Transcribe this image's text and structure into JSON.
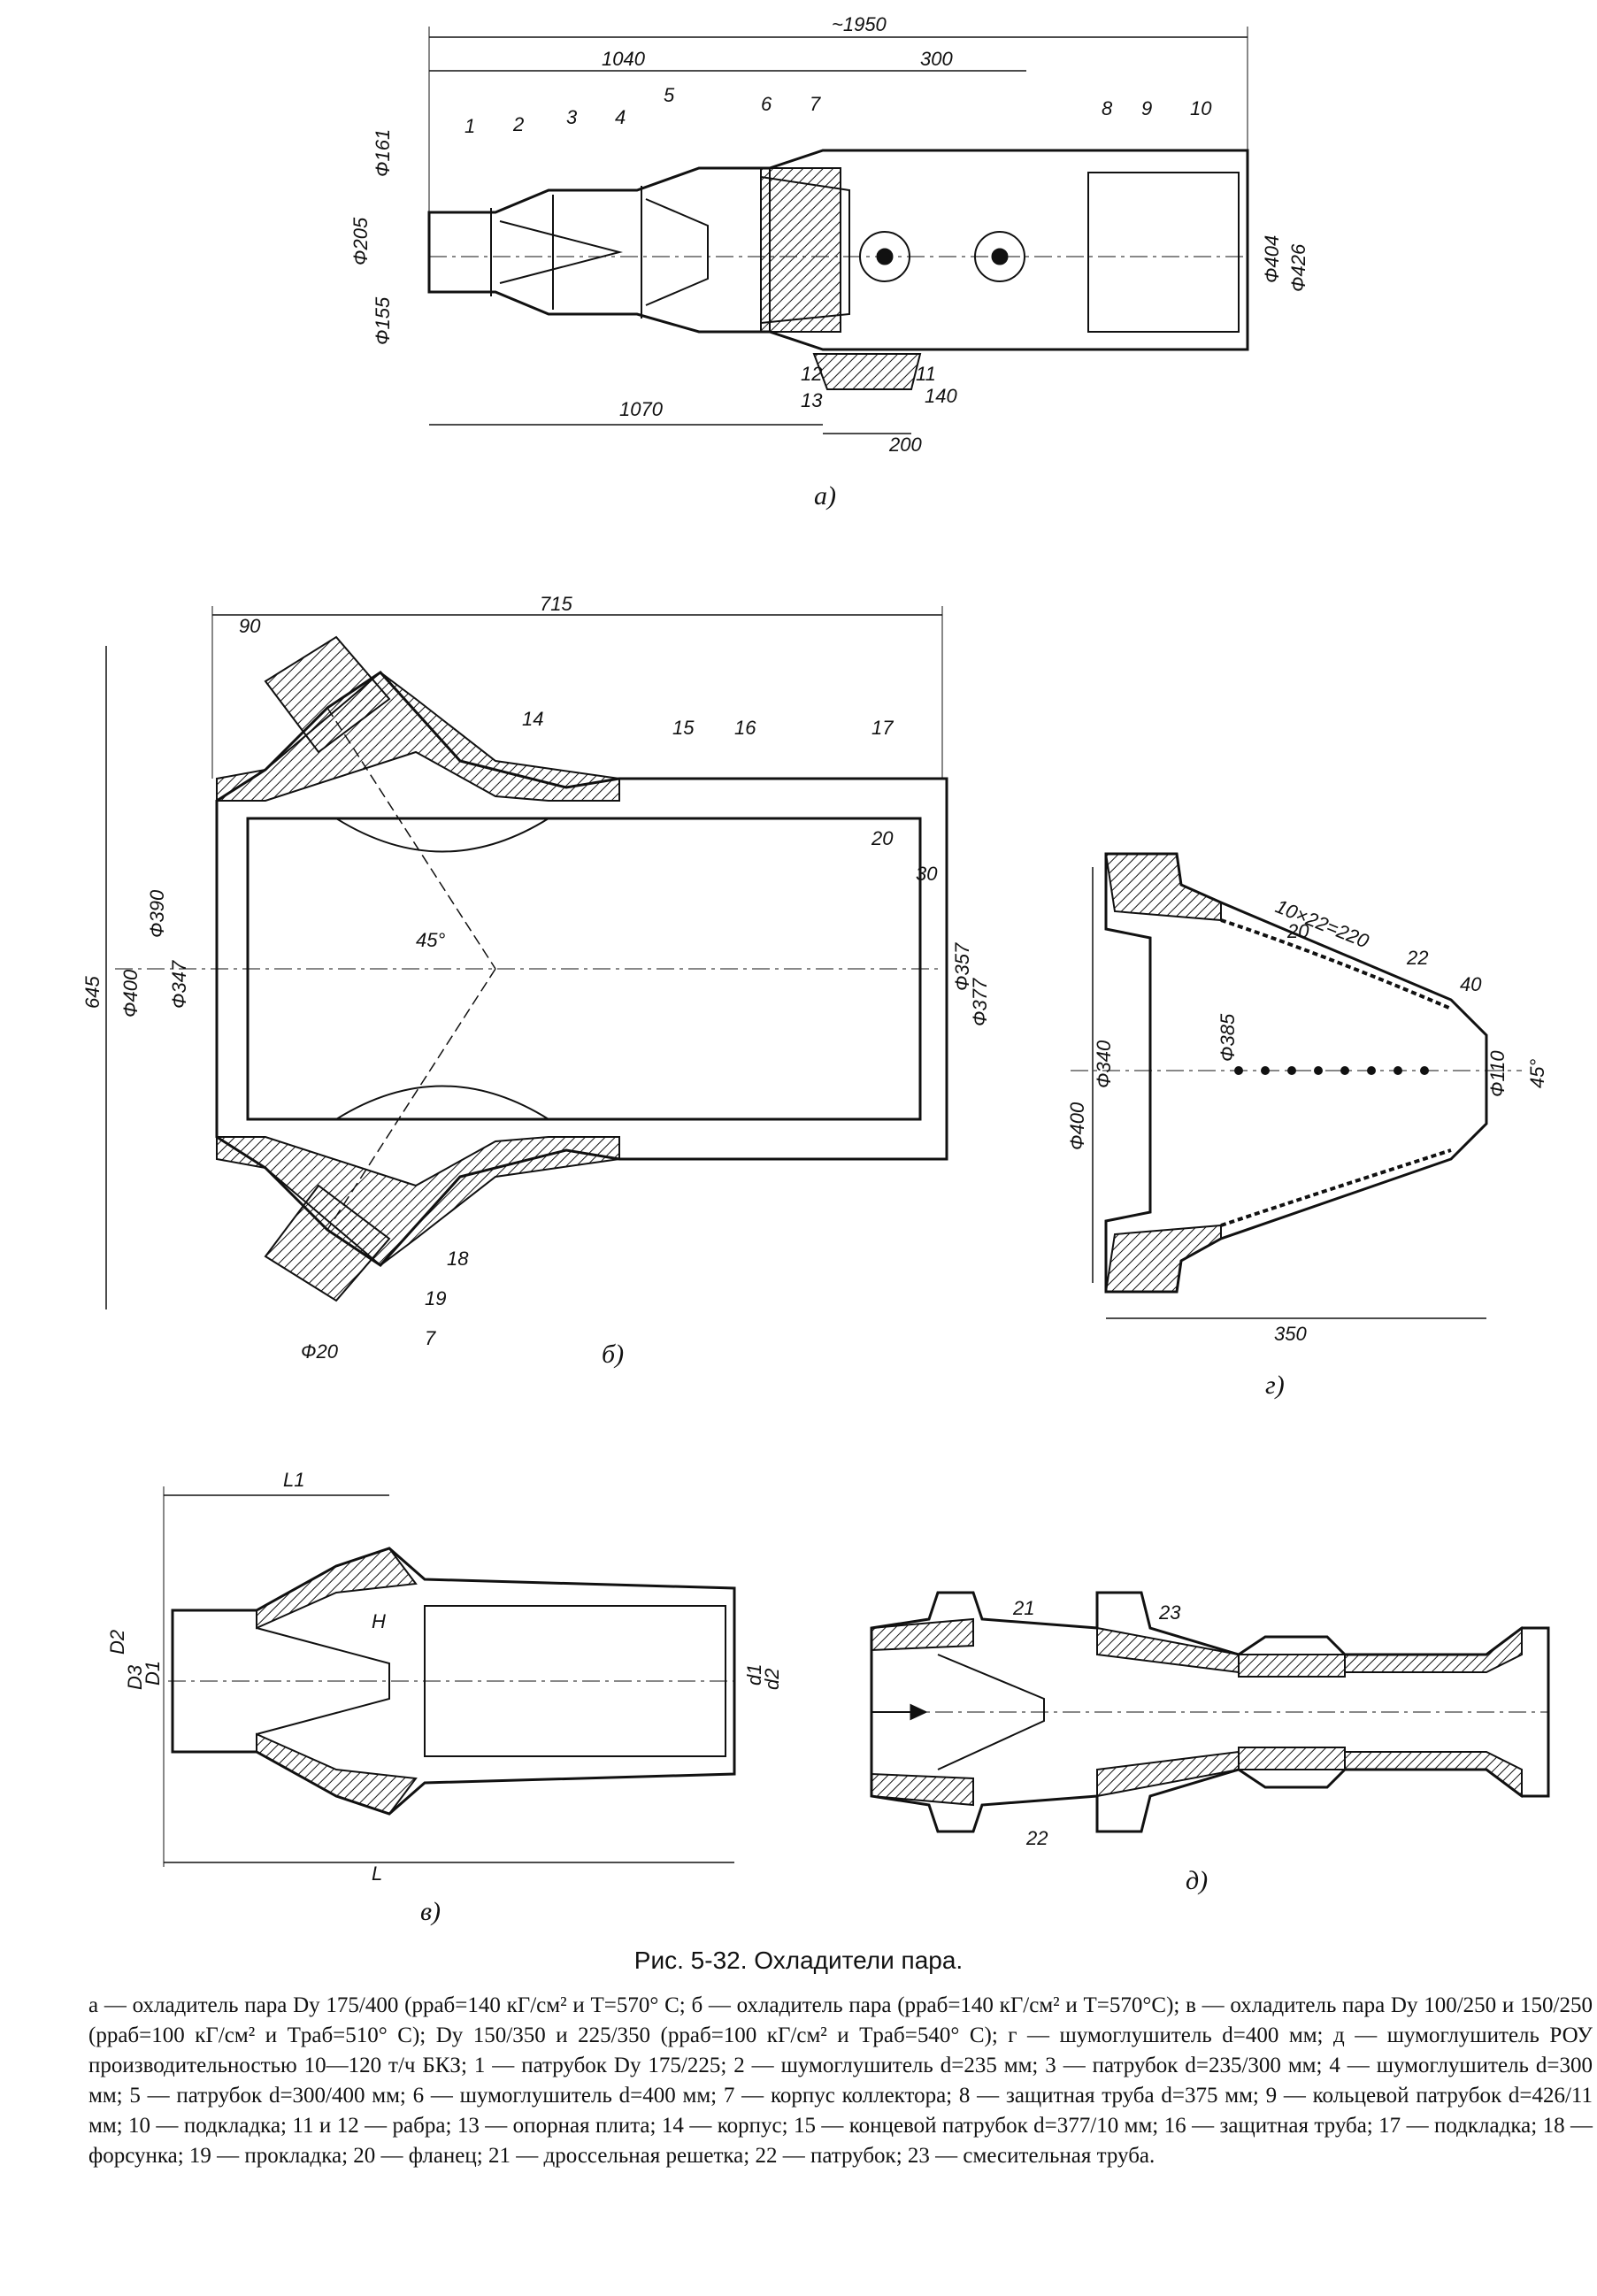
{
  "figure": {
    "a": {
      "caption": "а)",
      "dims": [
        "~1950",
        "1040",
        "300",
        "1070",
        "200",
        "140",
        "Ф161",
        "Ф205",
        "Ф155",
        "Ф404",
        "Ф426"
      ],
      "labels": [
        "1",
        "2",
        "3",
        "4",
        "5",
        "6",
        "7",
        "8",
        "9",
        "10",
        "11",
        "12",
        "13"
      ]
    },
    "b": {
      "caption": "б)",
      "dims": [
        "715",
        "90",
        "645",
        "Ф400",
        "Ф390",
        "Ф347",
        "Ф357",
        "Ф377",
        "20",
        "30",
        "45°",
        "Ф20"
      ],
      "labels": [
        "14",
        "15",
        "16",
        "17",
        "18",
        "19",
        "7"
      ]
    },
    "g": {
      "caption": "г)",
      "dims": [
        "10×22=220",
        "20",
        "22",
        "40",
        "Ф400",
        "Ф340",
        "Ф385",
        "Ф110",
        "45°",
        "350"
      ]
    },
    "v": {
      "caption": "в)",
      "dims": [
        "L1",
        "L",
        "D2",
        "D3",
        "D1",
        "H",
        "d1",
        "d2"
      ]
    },
    "d": {
      "caption": "д)",
      "labels": [
        "21",
        "22",
        "23"
      ]
    }
  },
  "caption": {
    "title": "Рис. 5-32. Охладители пара.",
    "body": "а — охладитель пара Dу 175/400 (pраб=140 кГ/см² и T=570° С; б — охладитель пара (pраб=140 кГ/см² и T=570°С); в — охладитель пара Dу 100/250 и 150/250 (pраб=100 кГ/см² и Tраб=510° С); Dу 150/350 и 225/350 (pраб=100 кГ/см² и Tраб=540° С); г — шумоглушитель d=400 мм; д — шумоглушитель РОУ производительностью 10—120 т/ч БКЗ; 1 — патрубок Dу 175/225; 2 — шумоглушитель d=235 мм; 3 — патрубок d=235/300 мм; 4 — шумоглушитель d=300 мм; 5 — патрубок d=300/400 мм; 6 — шумоглушитель d=400 мм; 7 — корпус коллектора; 8 — защитная труба d=375 мм; 9 — кольцевой патрубок d=426/11 мм; 10 — подкладка; 11 и 12 — рабра; 13 — опорная плита; 14 — корпус; 15 — концевой патрубок d=377/10 мм; 16 — защитная труба; 17 — подкладка; 18 — форсунка; 19 — прокладка; 20 — фланец; 21 — дроссельная решетка; 22 — патрубок; 23 — смесительная труба."
  }
}
